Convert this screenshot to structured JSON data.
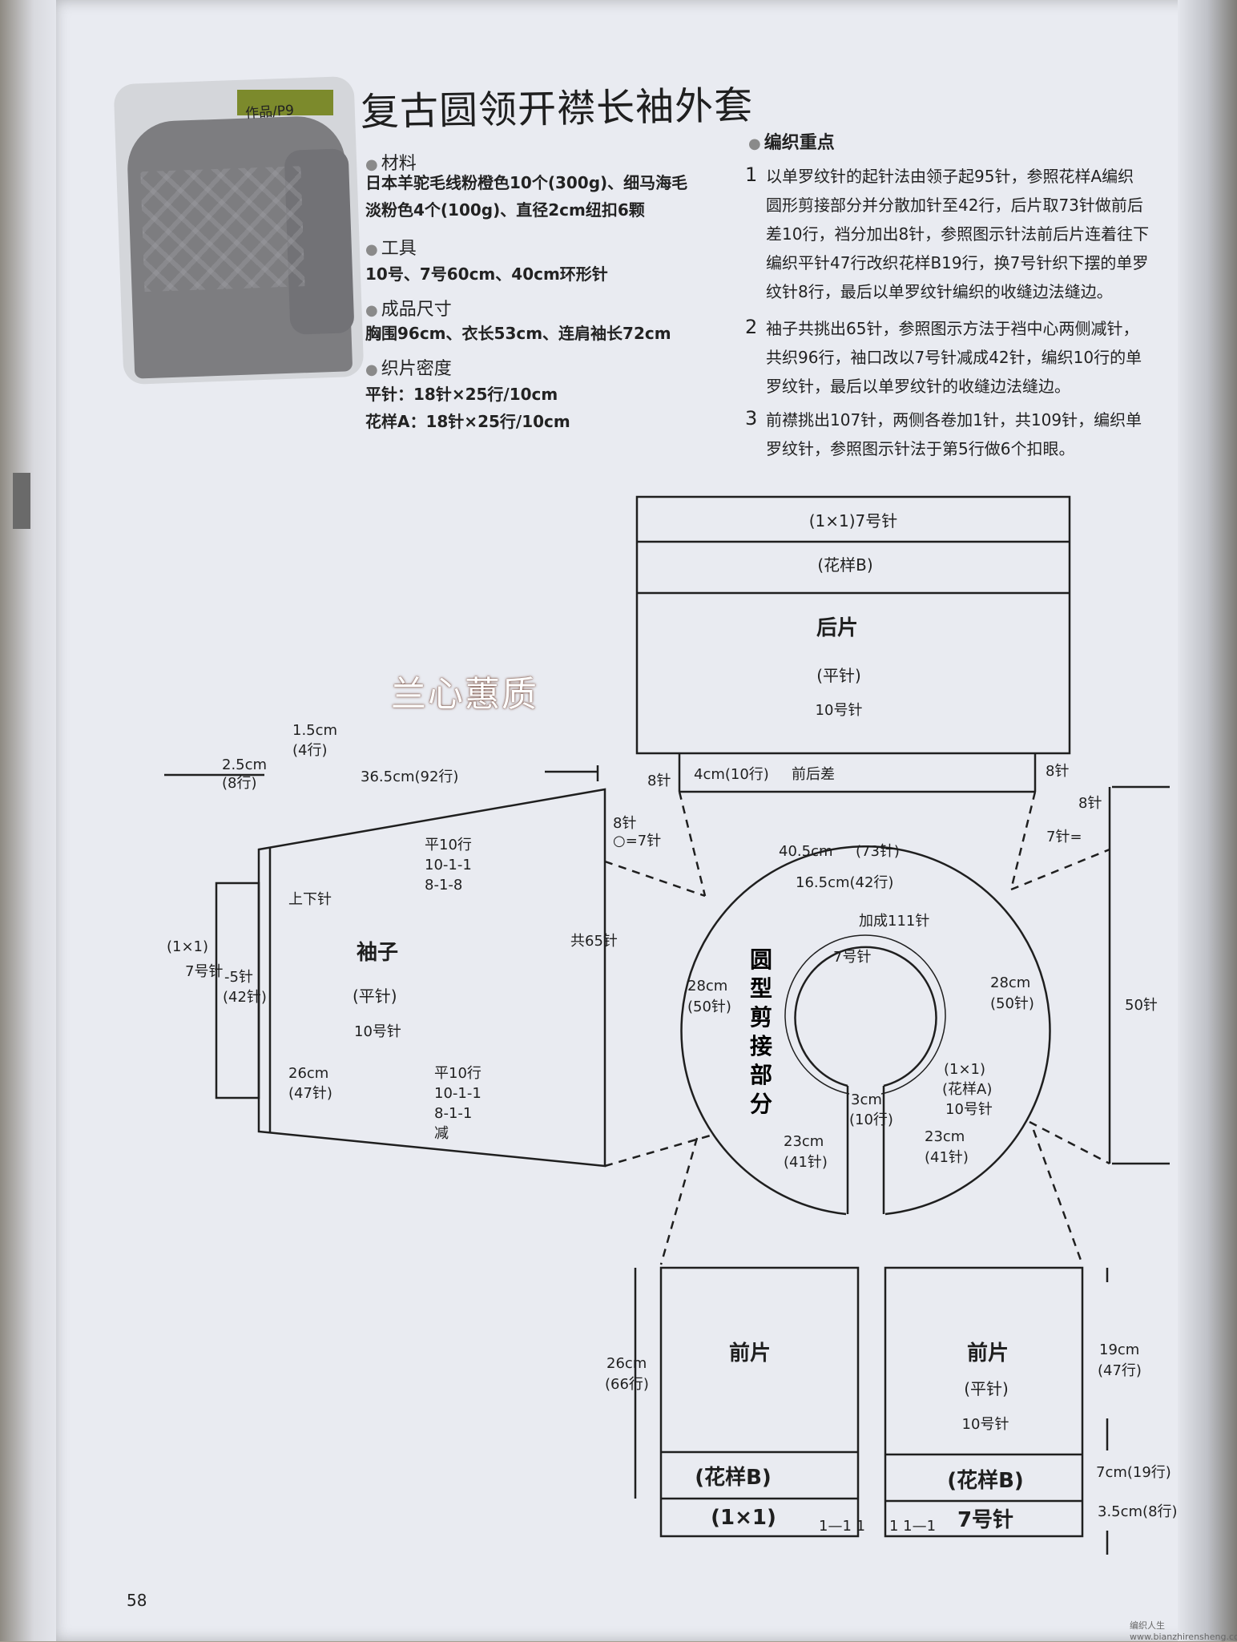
{
  "header": {
    "photo_label": "作品/P9",
    "title": "复古圆领开襟长袖外套"
  },
  "materials": {
    "materials_heading": "材料",
    "materials_line1": "日本羊驼毛线粉橙色10个(300g)、细马海毛",
    "materials_line2": "淡粉色4个(100g)、直径2cm纽扣6颗",
    "tools_heading": "工具",
    "tools_line": "10号、7号60cm、40cm环形针",
    "size_heading": "成品尺寸",
    "size_line": "胸围96cm、衣长53cm、连肩袖长72cm",
    "gauge_heading": "织片密度",
    "gauge_line1": "平针：18针×25行/10cm",
    "gauge_line2": "花样A：18针×25行/10cm"
  },
  "key_points": {
    "heading": "编织重点",
    "items": [
      {
        "num": "1",
        "lines": [
          "以单罗纹针的起针法由领子起95针，参照花样A编织",
          "圆形剪接部分并分散加针至42行，后片取73针做前后",
          "差10行，裆分加出8针，参照图示针法前后片连着往下",
          "编织平针47行改织花样B19行，换7号针织下摆的单罗",
          "纹针8行，最后以单罗纹针编织的收缝边法缝边。"
        ]
      },
      {
        "num": "2",
        "lines": [
          "袖子共挑出65针，参照图示方法于裆中心两侧减针，",
          "共织96行，袖口改以7号针减成42针，编织10行的单",
          "罗纹针，最后以单罗纹针的收缝边法缝边。"
        ]
      },
      {
        "num": "3",
        "lines": [
          "前襟挑出107针，两侧各卷加1针，共109针，编织单",
          "罗纹针，参照图示针法于第5行做6个扣眼。"
        ]
      }
    ]
  },
  "diagram": {
    "back": {
      "band_label": "(1×1)7号针",
      "pattern_label": "(花样B)",
      "name": "后片",
      "stitch": "(平针)",
      "needle": "10号针"
    },
    "back_dims": {
      "left_label": "8针",
      "diff_label": "4cm(10行)",
      "diff_text": "前后差",
      "right_label": "8针"
    },
    "sleeve": {
      "name": "袖子",
      "stitch": "(平针)",
      "needle": "10号针",
      "cuff_label": "(1×1)",
      "cuff_needle": "7号针",
      "cuff_count": "-5针",
      "cuff_count2": "(42针)",
      "updown": "上下针",
      "total": "共65针",
      "top_note": [
        "平10行",
        "10-1-1",
        "8-1-8"
      ],
      "bottom_note": [
        "平10行",
        "10-1-1",
        "8-1-1",
        "减"
      ],
      "dim_15": "1.5cm",
      "dim_15b": "(4行)",
      "dim_25": "2.5cm",
      "dim_25b": "(8行)",
      "dim_365": "36.5cm(92行)",
      "dim_26": "26cm",
      "dim_26b": "(47针)",
      "corner_8": "8针",
      "corner_7": "○=7针"
    },
    "yoke": {
      "name": "圆型剪接部分",
      "outer": "40.5cm",
      "outer_b": "(73针)",
      "mid": "16.5cm(42行)",
      "inc": "加成111针",
      "needle7": "7号针",
      "left": "28cm",
      "left_b": "(50针)",
      "right": "28cm",
      "right_b": "(50针)",
      "bl": "23cm",
      "bl_b": "(41针)",
      "br": "23cm",
      "br_b": "(41针)",
      "gap": "3cm",
      "gap_b": "(10行)",
      "rib": "(1×1)",
      "rib_b": "(花样A)",
      "rib_c": "10号针"
    },
    "side": {
      "top": "8针",
      "mid": "7针=",
      "height": "50针"
    },
    "front_left": {
      "name": "前片",
      "pattern": "(花样B)",
      "rib": "(1×1)",
      "dim": "26cm",
      "dim_b": "(66行)",
      "edge": "1—1 1"
    },
    "front_right": {
      "name": "前片",
      "stitch": "(平针)",
      "needle": "10号针",
      "pattern": "(花样B)",
      "rib": "7号针",
      "dim1": "19cm",
      "dim1b": "(47行)",
      "dim2": "7cm(19行)",
      "dim3": "3.5cm(8行)",
      "edge": "1 1—1"
    }
  },
  "watermark": "兰心蕙质",
  "footer": {
    "page_number": "58",
    "site": "编织人生 www.bianzhirensheng.com"
  }
}
